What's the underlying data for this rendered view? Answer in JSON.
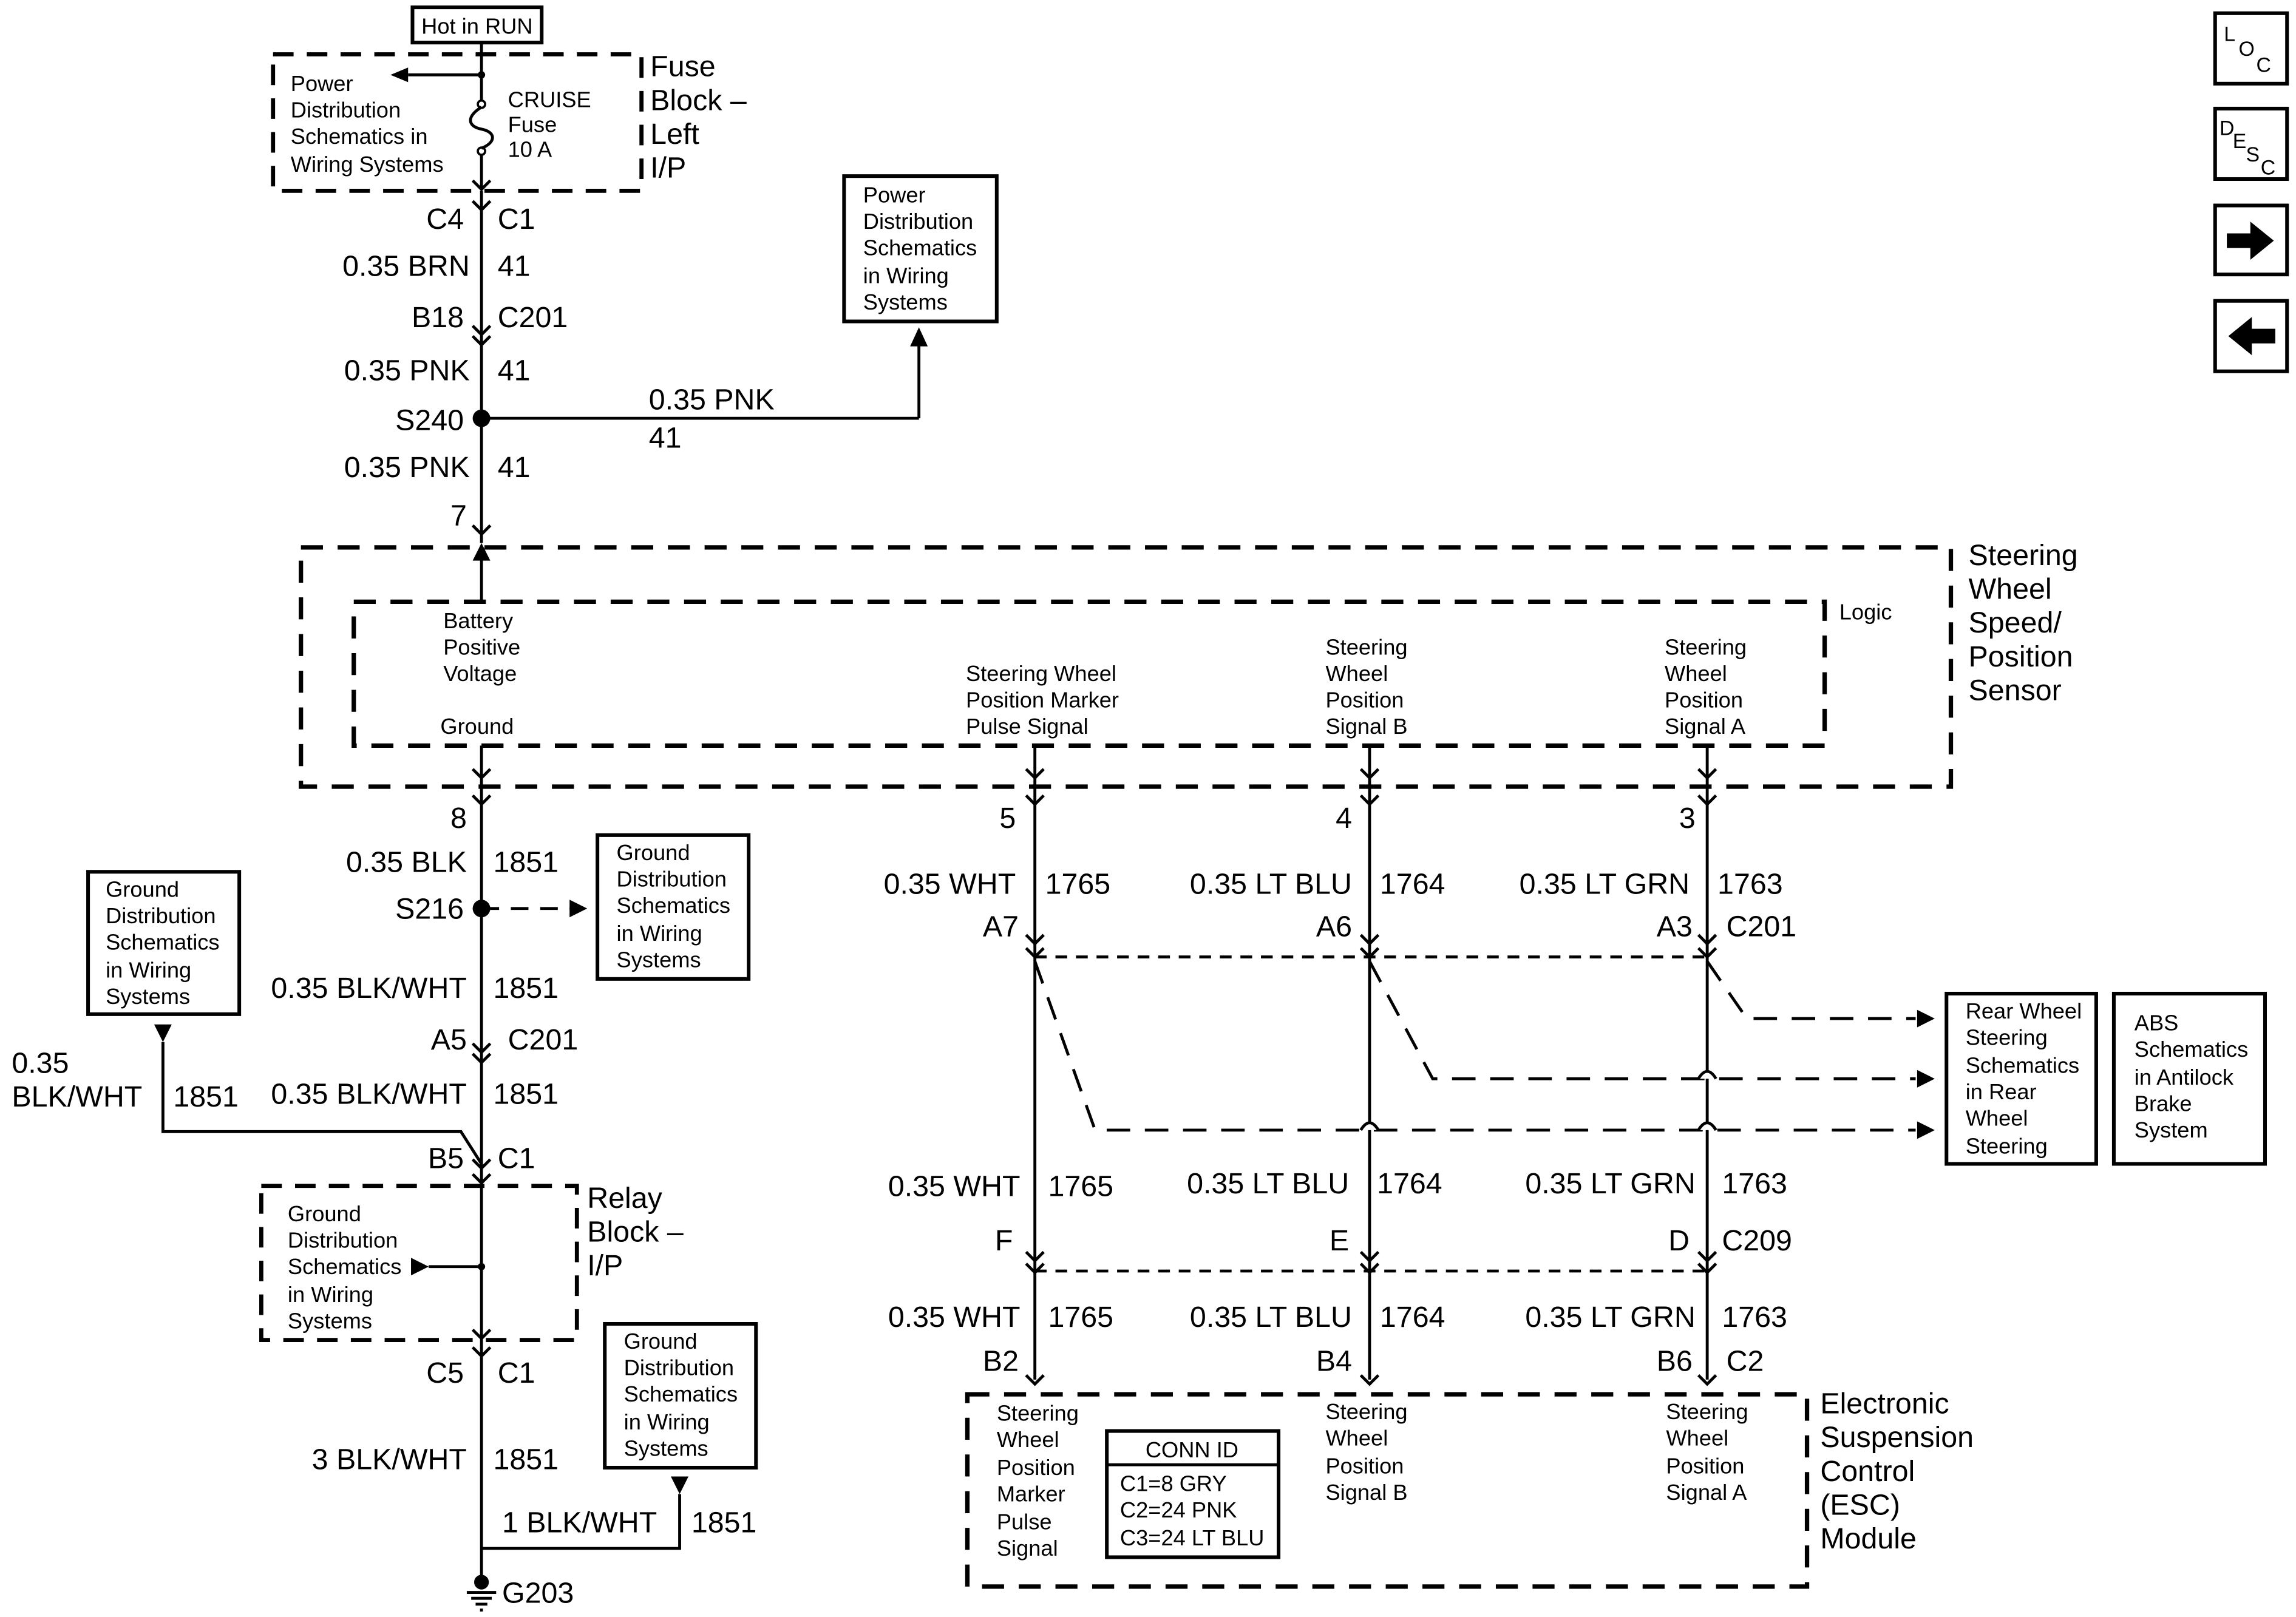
{
  "power": {
    "hot_in_run": "Hot in RUN",
    "pd_ref_lines": [
      "Power",
      "Distribution",
      "Schematics in",
      "Wiring Systems"
    ],
    "pd_ref2_lines": [
      "Power",
      "Distribution",
      "Schematics",
      "in Wiring",
      "Systems"
    ],
    "fuse_lines": [
      "CRUISE",
      "Fuse",
      "10 A"
    ],
    "fuse_block_lines": [
      "Fuse",
      "Block –",
      "Left",
      "I/P"
    ]
  },
  "wires": {
    "c4": "C4",
    "c1": "C1",
    "brn": "0.35 BRN",
    "c41a": "41",
    "b18": "B18",
    "c201a": "C201",
    "pnk1": "0.35 PNK",
    "c41b": "41",
    "s240": "S240",
    "pnk_branch": "0.35 PNK",
    "c41c": "41",
    "pnk2": "0.35 PNK",
    "c41d": "41",
    "pin7": "7",
    "pin8": "8",
    "blk": "0.35 BLK",
    "c1851a": "1851",
    "s216": "S216",
    "bw1": "0.35 BLK/WHT",
    "c1851b": "1851",
    "a5": "A5",
    "c201b": "C201",
    "bw_left_1": "0.35",
    "bw_left_2": "BLK/WHT",
    "c1851c": "1851",
    "bw2": "0.35 BLK/WHT",
    "c1851d": "1851",
    "b5": "B5",
    "c1b": "C1",
    "c5": "C5",
    "c1c": "C1",
    "bw3": "3 BLK/WHT",
    "c1851e": "1851",
    "bw4": "1 BLK/WHT",
    "c1851f": "1851",
    "g203": "G203"
  },
  "sensor": {
    "title_lines": [
      "Steering",
      "Wheel",
      "Speed/",
      "Position",
      "Sensor"
    ],
    "logic": "Logic",
    "batt_lines": [
      "Battery",
      "Positive",
      "Voltage"
    ],
    "ground": "Ground",
    "marker_lines": [
      "Steering Wheel",
      "Position Marker",
      "Pulse Signal"
    ],
    "sigb_lines": [
      "Steering",
      "Wheel",
      "Position",
      "Signal B"
    ],
    "siga_lines": [
      "Steering",
      "Wheel",
      "Position",
      "Signal A"
    ]
  },
  "signals": {
    "pin5": "5",
    "pin4": "4",
    "pin3": "3",
    "wht": "0.35 WHT",
    "c1765": "1765",
    "ltblu": "0.35 LT BLU",
    "c1764": "1764",
    "ltgrn": "0.35 LT GRN",
    "c1763": "1763",
    "a7": "A7",
    "a6": "A6",
    "a3": "A3",
    "c201": "C201",
    "f": "F",
    "e": "E",
    "d": "D",
    "c209": "C209",
    "b2": "B2",
    "b4": "B4",
    "b6": "B6",
    "c2": "C2"
  },
  "refs": {
    "gd_lines": [
      "Ground",
      "Distribution",
      "Schematics",
      "in Wiring",
      "Systems"
    ],
    "gd_relay_lines": [
      "Ground",
      "Distribution",
      "Schematics",
      "in Wiring",
      "Systems"
    ],
    "relay_block_lines": [
      "Relay",
      "Block –",
      "I/P"
    ],
    "rear_lines": [
      "Rear Wheel",
      "Steering",
      "Schematics",
      "in Rear",
      "Wheel",
      "Steering"
    ],
    "abs_lines": [
      "ABS",
      "Schematics",
      "in Antilock",
      "Brake",
      "System"
    ]
  },
  "esc": {
    "title_lines": [
      "Electronic",
      "Suspension",
      "Control",
      "(ESC)",
      "Module"
    ],
    "marker_lines": [
      "Steering",
      "Wheel",
      "Position",
      "Marker",
      "Pulse",
      "Signal"
    ],
    "sigb_lines": [
      "Steering",
      "Wheel",
      "Position",
      "Signal B"
    ],
    "siga_lines": [
      "Steering",
      "Wheel",
      "Position",
      "Signal A"
    ],
    "conn_id": "CONN ID",
    "conn_lines": [
      "C1=8 GRY",
      "C2=24 PNK",
      "C3=24 LT BLU"
    ]
  },
  "nav": {
    "loc": [
      "L",
      "O",
      "C"
    ],
    "desc": [
      "D",
      "E",
      "S",
      "C"
    ]
  }
}
